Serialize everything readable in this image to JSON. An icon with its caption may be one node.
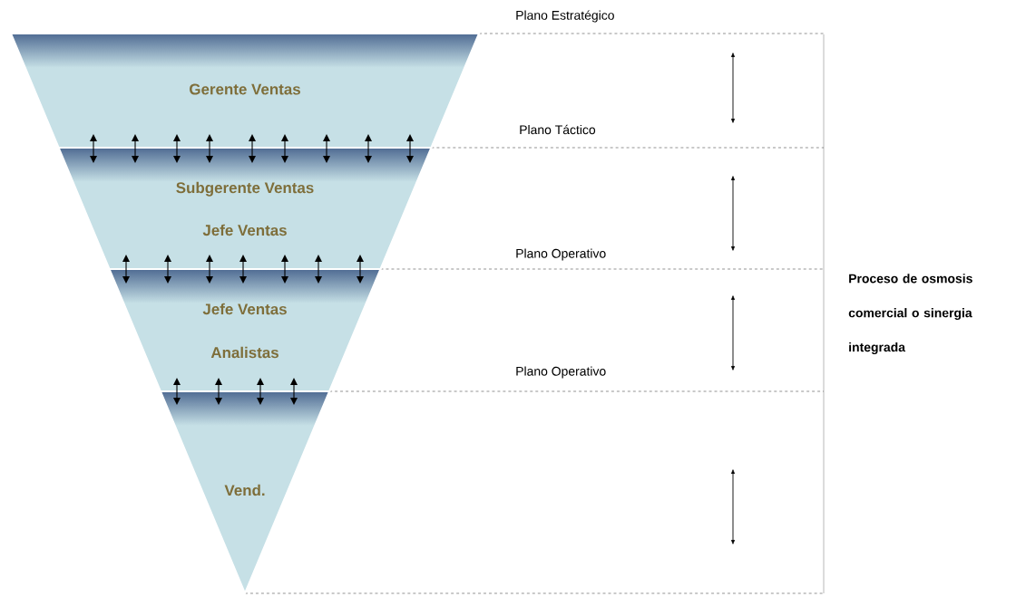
{
  "diagram": {
    "nodes": [
      {
        "text": [
          "Gerente Ventas"
        ]
      },
      {
        "text": [
          "Subgerente Ventas",
          "Jefe Ventas"
        ]
      },
      {
        "text": [
          "Jefe Ventas",
          "Analistas"
        ]
      },
      {
        "text": [
          "Vend."
        ]
      }
    ],
    "edges": [
      {
        "from": 0,
        "to": 1,
        "arrow": "both"
      },
      {
        "from": 0,
        "to": 1,
        "arrow": "both"
      },
      {
        "from": 0,
        "to": 1,
        "arrow": "both"
      },
      {
        "from": 0,
        "to": 1,
        "arrow": "both"
      },
      {
        "from": 0,
        "to": 1,
        "arrow": "both"
      },
      {
        "from": 0,
        "to": 1,
        "arrow": "both"
      },
      {
        "from": 0,
        "to": 1,
        "arrow": "both"
      },
      {
        "from": 0,
        "to": 1,
        "arrow": "both"
      },
      {
        "from": 0,
        "to": 1,
        "arrow": "both"
      },
      {
        "from": 1,
        "to": 2,
        "arrow": "both"
      },
      {
        "from": 1,
        "to": 2,
        "arrow": "both"
      },
      {
        "from": 1,
        "to": 2,
        "arrow": "both"
      },
      {
        "from": 1,
        "to": 2,
        "arrow": "both"
      },
      {
        "from": 1,
        "to": 2,
        "arrow": "both"
      },
      {
        "from": 1,
        "to": 2,
        "arrow": "both"
      },
      {
        "from": 1,
        "to": 2,
        "arrow": "both"
      },
      {
        "from": 2,
        "to": 3,
        "arrow": "both"
      },
      {
        "from": 2,
        "to": 3,
        "arrow": "both"
      },
      {
        "from": 2,
        "to": 3,
        "arrow": "both"
      },
      {
        "from": 2,
        "to": 3,
        "arrow": "both"
      }
    ],
    "labels": [
      "Plano Estratégico",
      "Plano Táctico",
      "Plano Operativo",
      "Plano Operativo",
      "Proceso de osmosis comercial o sinergia integrada"
    ]
  }
}
